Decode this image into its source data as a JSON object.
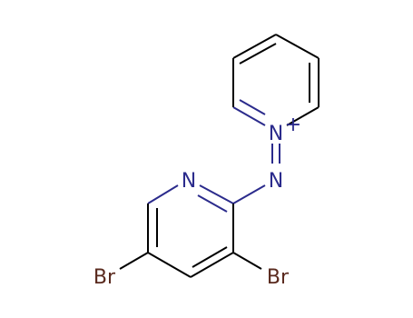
{
  "molecule": {
    "atoms": [
      {
        "label": "N+",
        "element": "N",
        "charge": "+",
        "color": "#2b2b8c"
      },
      {
        "label": "N",
        "element": "N",
        "color": "#2b2b8c"
      },
      {
        "label": "N",
        "element": "N",
        "color": "#2b2b8c"
      },
      {
        "label": "Br",
        "element": "Br",
        "color": "#5a2a1e"
      },
      {
        "label": "Br",
        "element": "Br",
        "color": "#5a2a1e"
      }
    ]
  }
}
